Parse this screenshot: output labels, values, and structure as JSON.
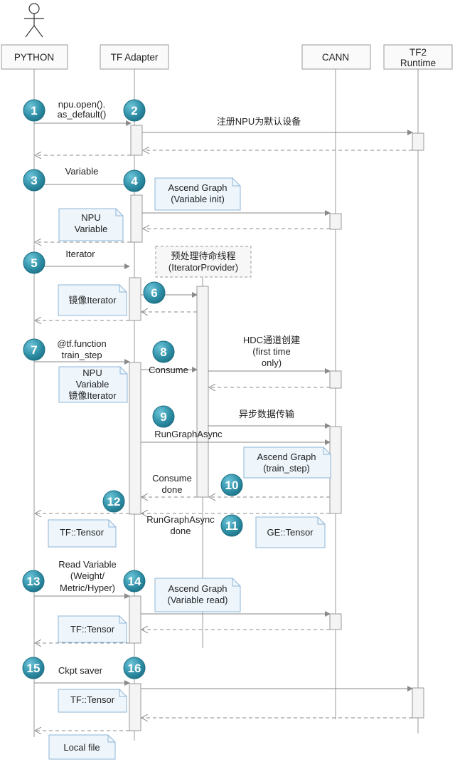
{
  "participants": [
    {
      "id": "python",
      "label": "PYTHON"
    },
    {
      "id": "tfadapter",
      "label": "TF Adapter"
    },
    {
      "id": "cann",
      "label": "CANN"
    },
    {
      "id": "tf2runtime",
      "label": [
        "TF2",
        "Runtime"
      ]
    }
  ],
  "messages": [
    {
      "id": "m1",
      "text": [
        "npu.open().",
        "as_default()"
      ]
    },
    {
      "id": "m2",
      "text": [
        "注册NPU为默认设备"
      ]
    },
    {
      "id": "m3",
      "text": [
        "Variable"
      ]
    },
    {
      "id": "m4",
      "text": [
        "Iterator"
      ]
    },
    {
      "id": "m5",
      "text": [
        "@tf.function",
        "train_step"
      ]
    },
    {
      "id": "m6",
      "text": [
        "Consume"
      ]
    },
    {
      "id": "m7",
      "text": [
        "HDC通道创建",
        "(first time",
        "only)"
      ]
    },
    {
      "id": "m8",
      "text": [
        "异步数据传输"
      ]
    },
    {
      "id": "m9",
      "text": [
        "RunGraphAsync"
      ]
    },
    {
      "id": "m10",
      "text": [
        "Consume",
        "done"
      ]
    },
    {
      "id": "m11",
      "text": [
        "RunGraphAsync",
        "done"
      ]
    },
    {
      "id": "m12",
      "text": [
        "Read Variable",
        "(Weight/",
        "Metric/Hyper)"
      ]
    },
    {
      "id": "m13",
      "text": [
        "Ckpt saver"
      ]
    }
  ],
  "notes": [
    {
      "id": "n1",
      "text": [
        "Ascend Graph",
        "(Variable init)"
      ]
    },
    {
      "id": "n2",
      "text": [
        "NPU",
        "Variable"
      ]
    },
    {
      "id": "n3",
      "text": [
        "预处理待命线程",
        "(IteratorProvider)"
      ]
    },
    {
      "id": "n4",
      "text": [
        "镜像Iterator"
      ]
    },
    {
      "id": "n5",
      "text": [
        "NPU",
        "Variable",
        "镜像Iterator"
      ]
    },
    {
      "id": "n6",
      "text": [
        "Ascend Graph",
        "(train_step)"
      ]
    },
    {
      "id": "n7",
      "text": [
        "TF::Tensor"
      ]
    },
    {
      "id": "n8",
      "text": [
        "GE::Tensor"
      ]
    },
    {
      "id": "n9",
      "text": [
        "Ascend Graph",
        "(Variable read)"
      ]
    },
    {
      "id": "n10",
      "text": [
        "TF::Tensor"
      ]
    },
    {
      "id": "n11",
      "text": [
        "TF::Tensor"
      ]
    },
    {
      "id": "n12",
      "text": [
        "Local file"
      ]
    }
  ],
  "steps": [
    "1",
    "2",
    "3",
    "4",
    "5",
    "6",
    "7",
    "8",
    "9",
    "10",
    "11",
    "12",
    "13",
    "14",
    "15",
    "16"
  ],
  "colors": {
    "step_badge": "#2e8fa6",
    "note_fill": "#eef6fc",
    "lifeline": "#8a8a8a",
    "activation_fill": "#f4f4f4",
    "arrow": "#8a8a8a"
  }
}
